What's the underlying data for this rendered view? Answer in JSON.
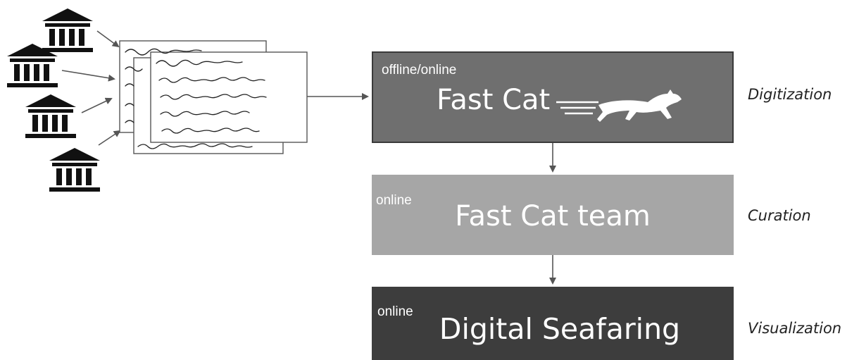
{
  "boxes": [
    {
      "small_label": "offline/online",
      "title": "Fast Cat",
      "fill": "#6f6f6f"
    },
    {
      "small_label": "online",
      "title": "Fast Cat team",
      "fill": "#a6a6a6"
    },
    {
      "small_label": "online",
      "title": "Digital Seafaring",
      "fill": "#3d3d3d"
    }
  ],
  "stages": [
    "Digitization",
    "Curation",
    "Visualization"
  ],
  "icons": {
    "institution": "bank-building-icon",
    "documents": "handwritten-document-stack-icon",
    "cat": "running-cat-icon"
  },
  "colors": {
    "arrow": "#555555",
    "text_on_box": "#ffffff",
    "icon": "#111111"
  }
}
